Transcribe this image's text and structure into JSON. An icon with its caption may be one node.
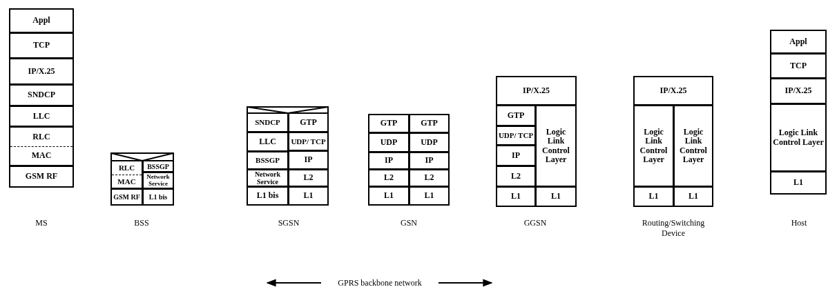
{
  "diagram": {
    "nodes": [
      {
        "text": [
          "Appl"
        ]
      },
      {
        "text": [
          "TCP"
        ]
      },
      {
        "text": [
          "IP/X.25"
        ]
      },
      {
        "text": [
          "SNDCP"
        ]
      },
      {
        "text": [
          "LLC"
        ]
      },
      {
        "text": [
          "RLC",
          "MAC"
        ]
      },
      {
        "text": [
          "GSM RF"
        ]
      },
      {
        "text": [
          "RLC",
          "MAC"
        ]
      },
      {
        "text": [
          "BSSGP"
        ]
      },
      {
        "text": [
          "Network Service"
        ]
      },
      {
        "text": [
          "GSM RF"
        ]
      },
      {
        "text": [
          "L1 bis"
        ]
      },
      {
        "text": [
          "SNDCP"
        ]
      },
      {
        "text": [
          "GTP"
        ]
      },
      {
        "text": [
          "LLC"
        ]
      },
      {
        "text": [
          "UDP/ TCP"
        ]
      },
      {
        "text": [
          "BSSGP"
        ]
      },
      {
        "text": [
          "IP"
        ]
      },
      {
        "text": [
          "Network Service"
        ]
      },
      {
        "text": [
          "L2"
        ]
      },
      {
        "text": [
          "L1 bis"
        ]
      },
      {
        "text": [
          "L1"
        ]
      },
      {
        "text": [
          "GTP"
        ]
      },
      {
        "text": [
          "GTP"
        ]
      },
      {
        "text": [
          "UDP"
        ]
      },
      {
        "text": [
          "UDP"
        ]
      },
      {
        "text": [
          "IP"
        ]
      },
      {
        "text": [
          "IP"
        ]
      },
      {
        "text": [
          "L2"
        ]
      },
      {
        "text": [
          "L2"
        ]
      },
      {
        "text": [
          "L1"
        ]
      },
      {
        "text": [
          "L1"
        ]
      },
      {
        "text": [
          "IP/X.25"
        ]
      },
      {
        "text": [
          "GTP"
        ]
      },
      {
        "text": [
          "Logic Link Control Layer"
        ]
      },
      {
        "text": [
          "UDP/ TCP"
        ]
      },
      {
        "text": [
          "IP"
        ]
      },
      {
        "text": [
          "L2"
        ]
      },
      {
        "text": [
          "L1"
        ]
      },
      {
        "text": [
          "L1"
        ]
      },
      {
        "text": [
          "IP/X.25"
        ]
      },
      {
        "text": [
          "Logic Link Control Layer"
        ]
      },
      {
        "text": [
          "Logic Link Control Layer"
        ]
      },
      {
        "text": [
          "L1"
        ]
      },
      {
        "text": [
          "L1"
        ]
      },
      {
        "text": [
          "Appl"
        ]
      },
      {
        "text": [
          "TCP"
        ]
      },
      {
        "text": [
          "IP/X.25"
        ]
      },
      {
        "text": [
          "Logic Link Control Layer"
        ]
      },
      {
        "text": [
          "L1"
        ]
      }
    ],
    "labels": [
      "MS",
      "BSS",
      "SGSN",
      "GSN",
      "GGSN",
      "Routing/Switching Device",
      "Host",
      "GPRS backbone network"
    ]
  }
}
